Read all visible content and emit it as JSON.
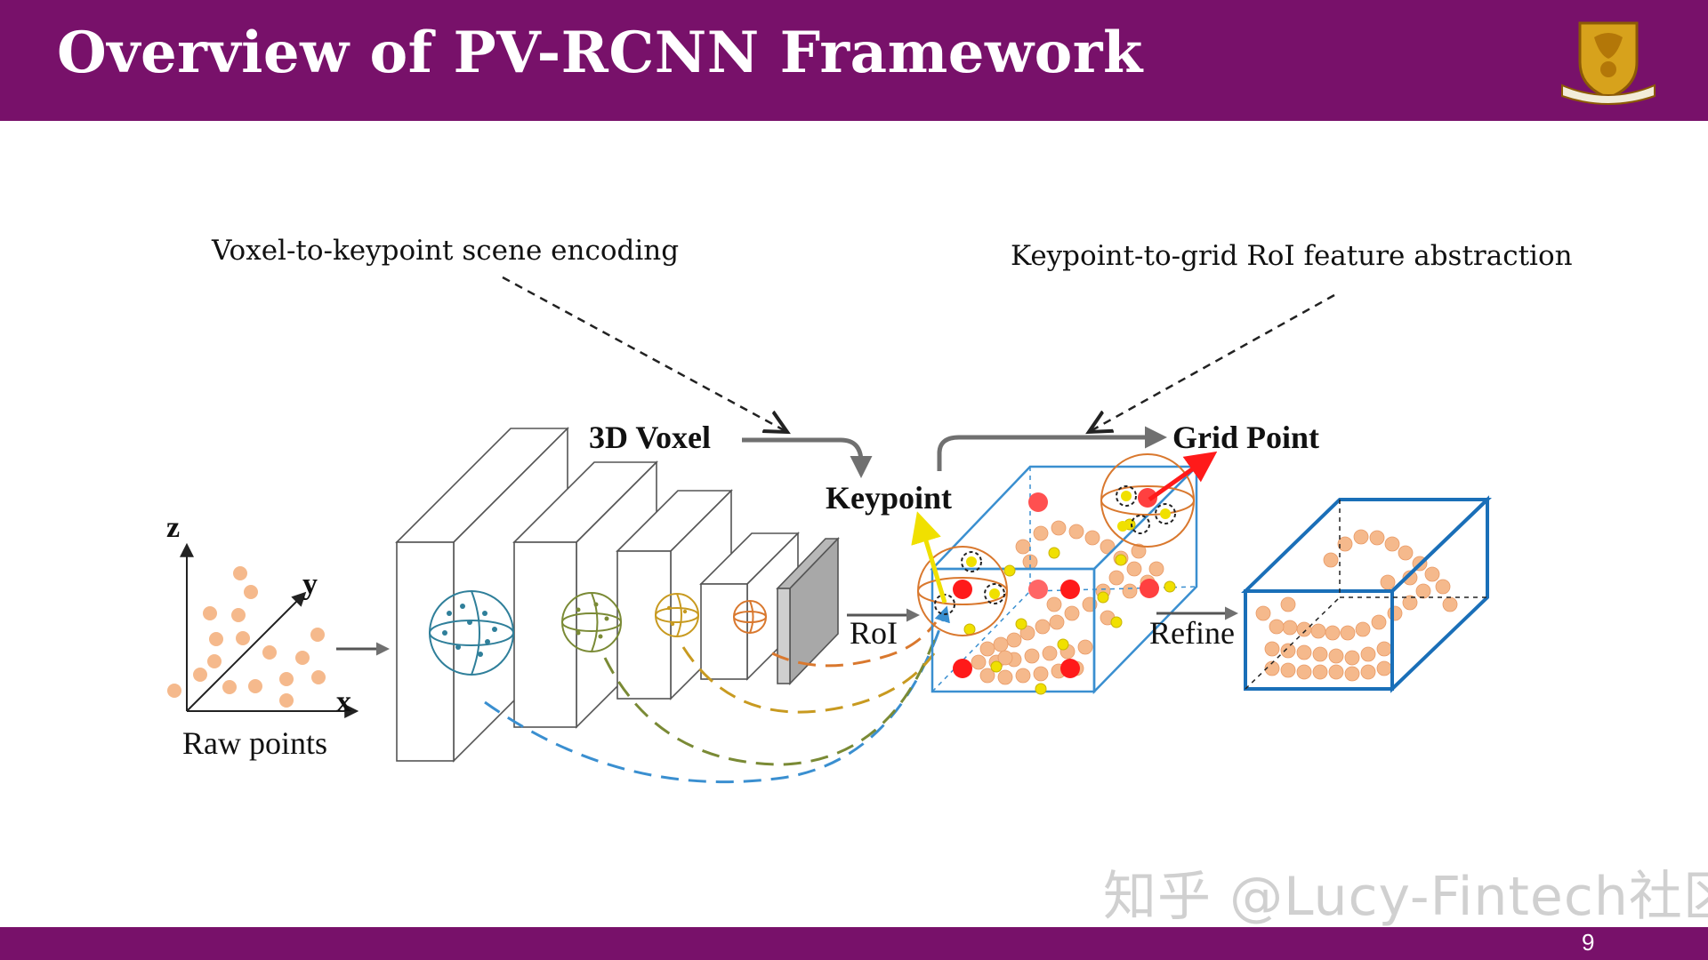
{
  "slide": {
    "title": "Overview of PV-RCNN Framework",
    "page_number": "9"
  },
  "colors": {
    "header": "#78116a",
    "point": "#f5b98c",
    "keypoint": "#f0e000",
    "grid_point": "#ff1a1a",
    "box": "#1a6fb8",
    "arrow": "#707070"
  },
  "diagram": {
    "annotations": {
      "voxel_encoding": "Voxel-to-keypoint scene encoding",
      "roi_abstraction": "Keypoint-to-grid RoI feature abstraction"
    },
    "labels": {
      "voxel": "3D Voxel",
      "keypoint": "Keypoint",
      "grid_point": "Grid Point",
      "roi": "RoI",
      "refine": "Refine",
      "raw_points": "Raw points"
    },
    "axes": {
      "x": "x",
      "y": "y",
      "z": "z"
    }
  },
  "watermark": "知乎 @Lucy-Fintech社区",
  "logo_icon": "university-crest-icon"
}
